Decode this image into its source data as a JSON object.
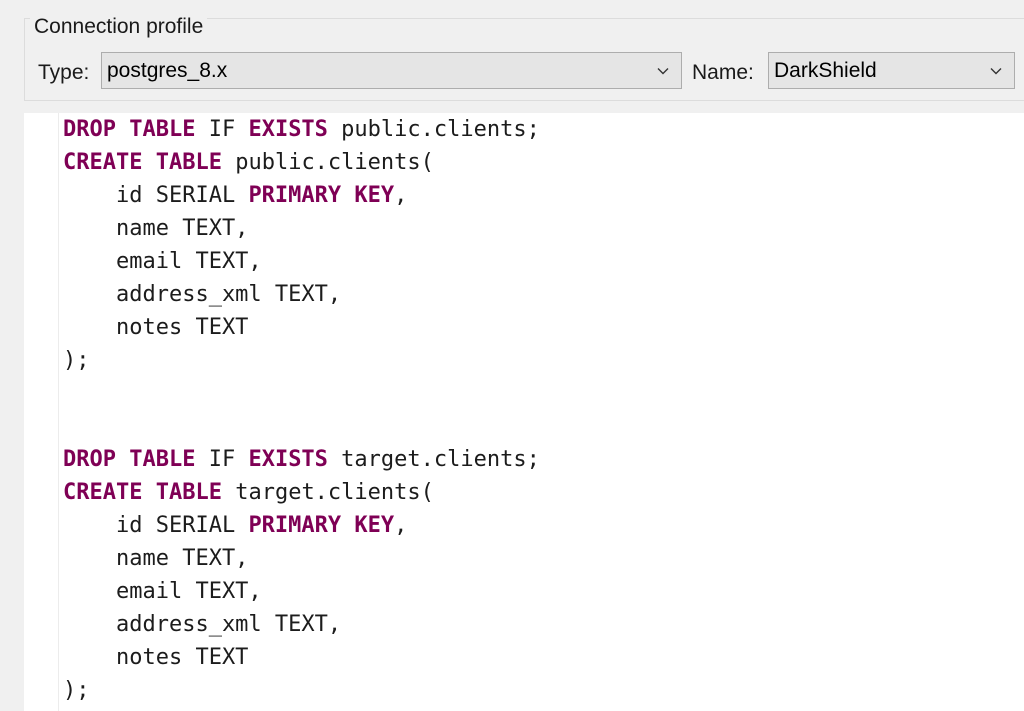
{
  "connection_profile": {
    "legend": "Connection profile",
    "type_label": "Type:",
    "type_value": "postgres_8.x",
    "name_label": "Name:",
    "name_value": "DarkShield"
  },
  "icons": {
    "dropdown": "chevron-down-icon"
  },
  "colors": {
    "keyword": "#7f0055",
    "text": "#1c1c1c",
    "editor_bg": "#ffffff",
    "window_bg": "#f0f0f0"
  },
  "editor": {
    "lines": [
      [
        {
          "t": "DROP",
          "k": true
        },
        {
          "t": " "
        },
        {
          "t": "TABLE",
          "k": true
        },
        {
          "t": " IF "
        },
        {
          "t": "EXISTS",
          "k": true
        },
        {
          "t": " public.clients;"
        }
      ],
      [
        {
          "t": "CREATE",
          "k": true
        },
        {
          "t": " "
        },
        {
          "t": "TABLE",
          "k": true
        },
        {
          "t": " public.clients("
        }
      ],
      [
        {
          "t": "    id SERIAL "
        },
        {
          "t": "PRIMARY",
          "k": true
        },
        {
          "t": " "
        },
        {
          "t": "KEY",
          "k": true
        },
        {
          "t": ","
        }
      ],
      [
        {
          "t": "    name TEXT,"
        }
      ],
      [
        {
          "t": "    email TEXT,"
        }
      ],
      [
        {
          "t": "    address_xml TEXT,"
        }
      ],
      [
        {
          "t": "    notes TEXT"
        }
      ],
      [
        {
          "t": ");"
        }
      ],
      [],
      [],
      [
        {
          "t": "DROP",
          "k": true
        },
        {
          "t": " "
        },
        {
          "t": "TABLE",
          "k": true
        },
        {
          "t": " IF "
        },
        {
          "t": "EXISTS",
          "k": true
        },
        {
          "t": " target.clients;"
        }
      ],
      [
        {
          "t": "CREATE",
          "k": true
        },
        {
          "t": " "
        },
        {
          "t": "TABLE",
          "k": true
        },
        {
          "t": " target.clients("
        }
      ],
      [
        {
          "t": "    id SERIAL "
        },
        {
          "t": "PRIMARY",
          "k": true
        },
        {
          "t": " "
        },
        {
          "t": "KEY",
          "k": true
        },
        {
          "t": ","
        }
      ],
      [
        {
          "t": "    name TEXT,"
        }
      ],
      [
        {
          "t": "    email TEXT,"
        }
      ],
      [
        {
          "t": "    address_xml TEXT,"
        }
      ],
      [
        {
          "t": "    notes TEXT"
        }
      ],
      [
        {
          "t": ");"
        }
      ]
    ]
  }
}
